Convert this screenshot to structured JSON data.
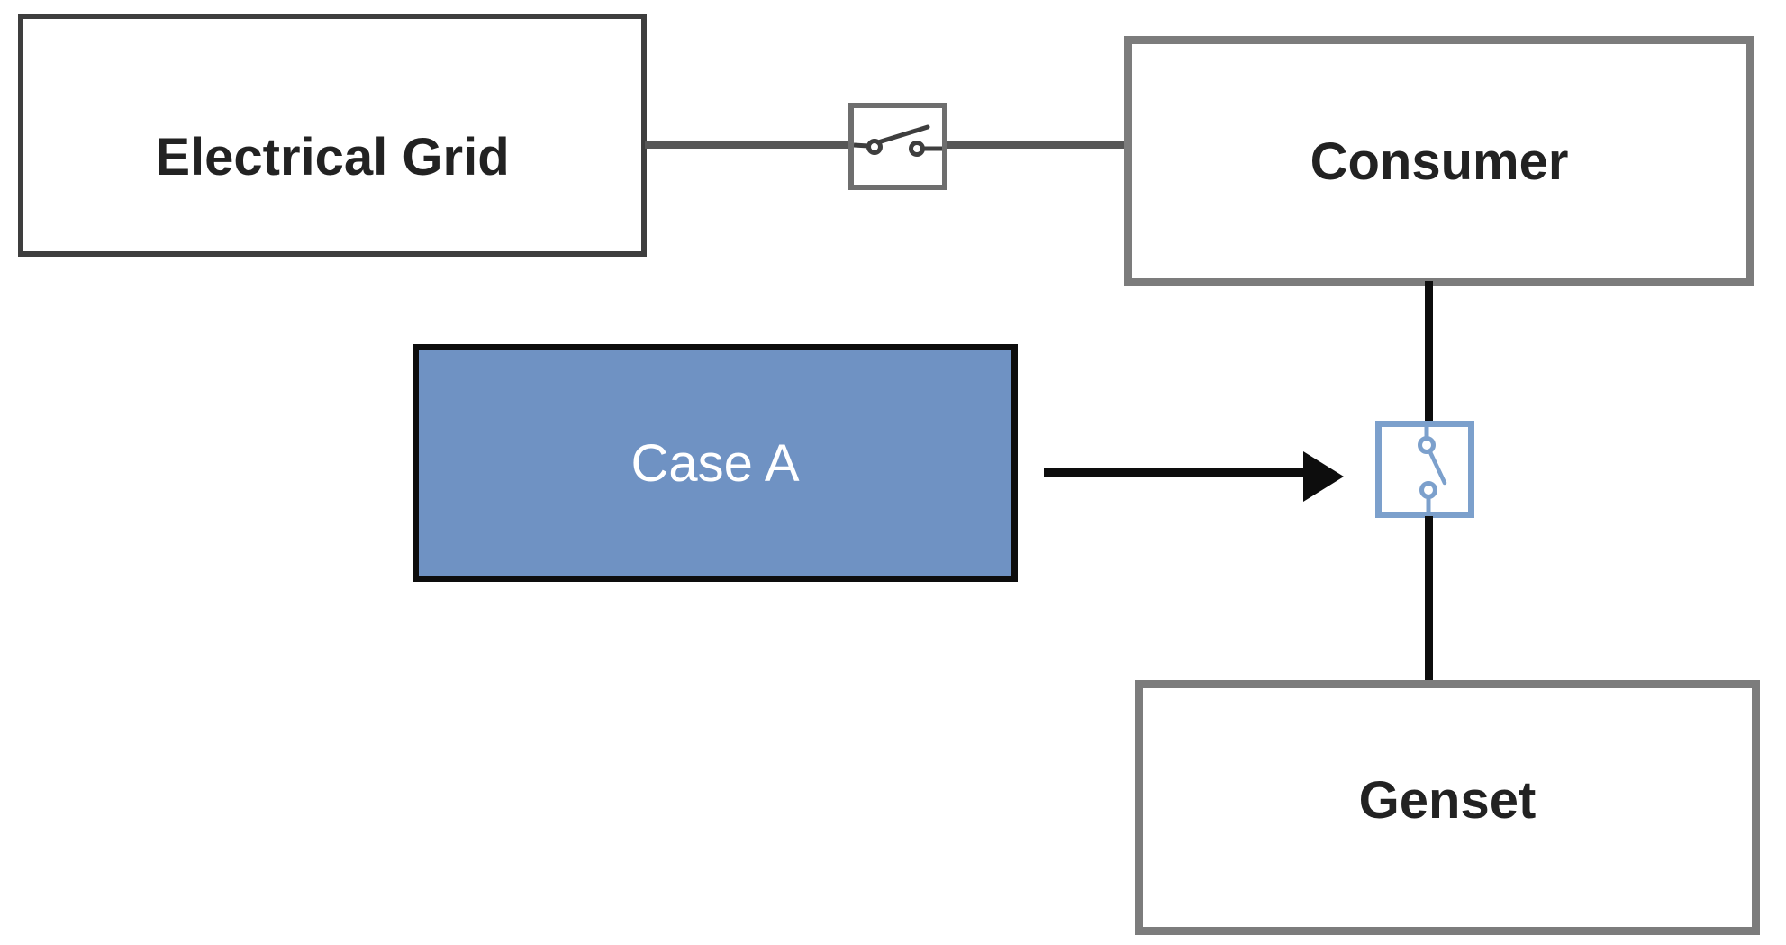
{
  "diagram": {
    "nodes": {
      "electrical_grid": {
        "label": "Electrical Grid"
      },
      "consumer": {
        "label": "Consumer"
      },
      "case_a": {
        "label": "Case A"
      },
      "genset": {
        "label": "Genset"
      }
    },
    "switches": {
      "grid_switch": {
        "icon": "open-switch-horizontal-icon",
        "state": "open"
      },
      "genset_switch": {
        "icon": "open-switch-vertical-icon",
        "state": "open"
      }
    },
    "connections": [
      {
        "from": "electrical_grid",
        "to": "consumer",
        "via": "grid_switch",
        "style": "gray-line"
      },
      {
        "from": "consumer",
        "to": "genset",
        "via": "genset_switch",
        "style": "black-line"
      },
      {
        "from": "case_a",
        "to": "genset_switch",
        "style": "black-arrow"
      }
    ],
    "colors": {
      "background": "#FFFFFF",
      "case_a_fill": "#6F92C3",
      "case_a_text": "#FFFFFF",
      "accent_blue": "#7CA0CC",
      "box_border_gray": "#7C7C7C",
      "grid_border": "#3E3E3E",
      "switch_border_gray": "#6E6E6E",
      "switch_glyph_gray": "#3E3E3E",
      "line_gray": "#575757",
      "line_black": "#0D0D0D",
      "label_color": "#222222"
    }
  }
}
